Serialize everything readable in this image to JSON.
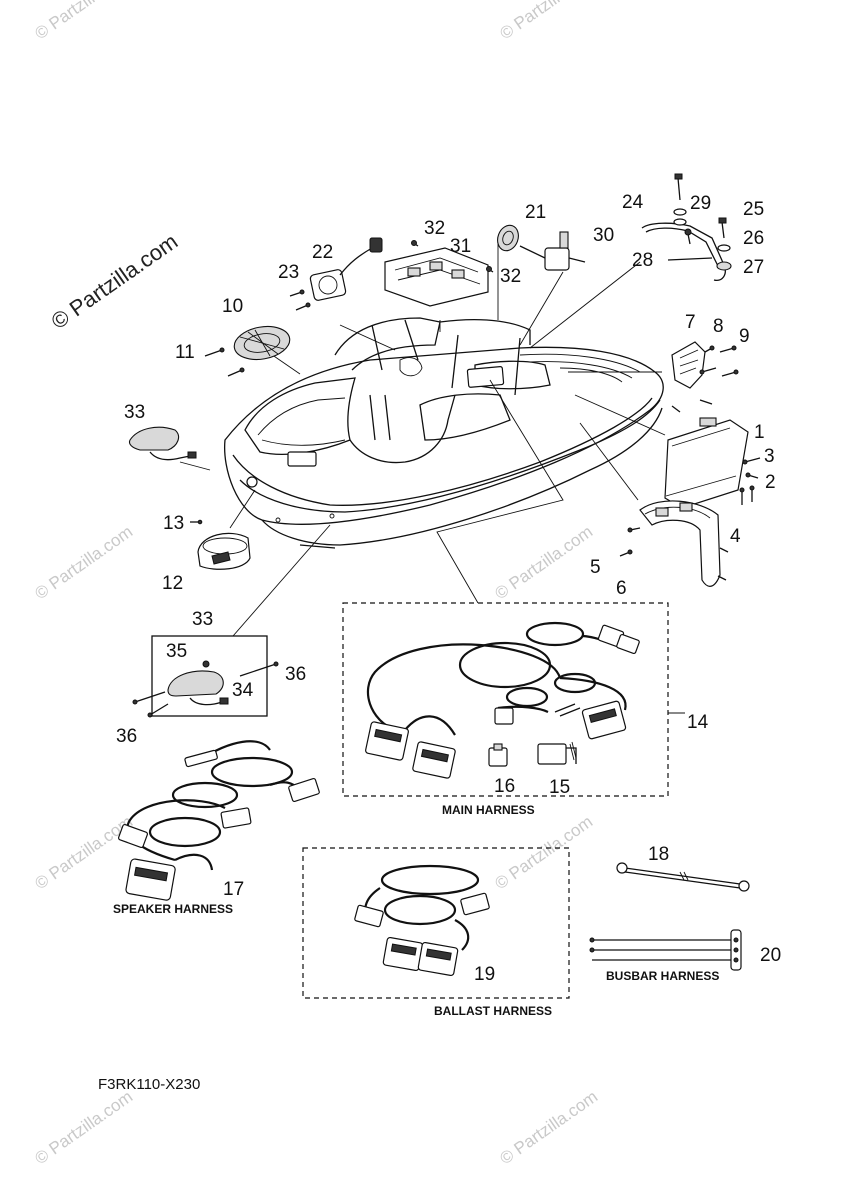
{
  "watermark": {
    "text": "© Partzilla.com",
    "main_text": "© Partzilla.com"
  },
  "diagram_code": "F3RK110-X230",
  "callouts": {
    "c1": "1",
    "c2": "2",
    "c3": "3",
    "c4": "4",
    "c5": "5",
    "c6": "6",
    "c7": "7",
    "c8": "8",
    "c9": "9",
    "c10": "10",
    "c11": "11",
    "c12": "12",
    "c13": "13",
    "c14": "14",
    "c15": "15",
    "c16": "16",
    "c17": "17",
    "c18": "18",
    "c19": "19",
    "c20": "20",
    "c21": "21",
    "c22": "22",
    "c23": "23",
    "c24": "24",
    "c25": "25",
    "c26": "26",
    "c27": "27",
    "c28": "28",
    "c29": "29",
    "c30": "30",
    "c31": "31",
    "c32a": "32",
    "c32b": "32",
    "c33a": "33",
    "c33b": "33",
    "c34": "34",
    "c35": "35",
    "c36a": "36",
    "c36b": "36"
  },
  "captions": {
    "main_harness": "MAIN HARNESS",
    "speaker_harness": "SPEAKER HARNESS",
    "ballast_harness": "BALLAST HARNESS",
    "busbar_harness": "BUSBAR HARNESS"
  }
}
